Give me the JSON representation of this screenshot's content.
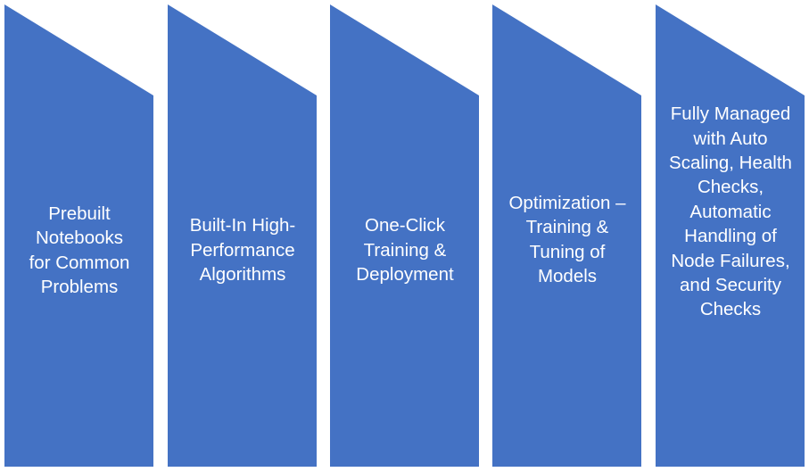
{
  "diagram": {
    "type": "chevron-process",
    "fill_color": "#4472C4",
    "text_color": "#FFFFFF",
    "steps": [
      {
        "label": "Prebuilt Notebooks for Common Problems"
      },
      {
        "label": "Built-In High-Performance Algorithms"
      },
      {
        "label": "One-Click Training & Deployment"
      },
      {
        "label": "Optimization – Training & Tuning of Models"
      },
      {
        "label": "Fully Managed with Auto Scaling, Health Checks, Automatic Handling of Node Failures, and Security Checks"
      }
    ]
  }
}
